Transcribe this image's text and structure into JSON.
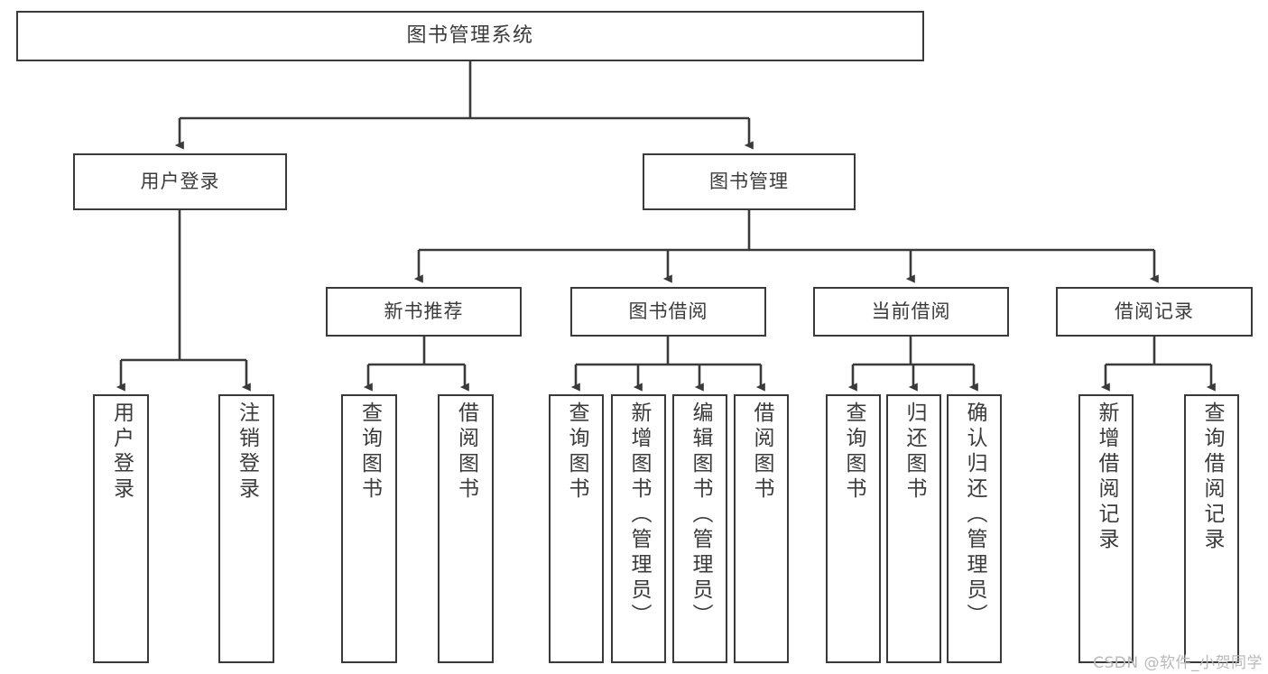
{
  "diagram": {
    "type": "tree-hierarchy",
    "title": "图书管理系统",
    "watermark": "CSDN @软件_小贺同学",
    "colors": {
      "stroke": "#3a3a3a",
      "text": "#3b3b3b",
      "background": "#ffffff",
      "watermark": "#b9b9b9"
    },
    "root": {
      "label": "图书管理系统"
    },
    "level1": [
      {
        "id": "user-login",
        "label": "用户登录"
      },
      {
        "id": "book-manage",
        "label": "图书管理"
      }
    ],
    "level2": [
      {
        "id": "new-book-rec",
        "label": "新书推荐",
        "parent": "book-manage"
      },
      {
        "id": "book-borrow",
        "label": "图书借阅",
        "parent": "book-manage"
      },
      {
        "id": "current-borrow",
        "label": "当前借阅",
        "parent": "book-manage"
      },
      {
        "id": "borrow-record",
        "label": "借阅记录",
        "parent": "book-manage"
      }
    ],
    "leaves": {
      "user-login": [
        {
          "id": "leaf-user-login",
          "label": "用户登录"
        },
        {
          "id": "leaf-user-logout",
          "label": "注销登录"
        }
      ],
      "new-book-rec": [
        {
          "id": "leaf-query-book-1",
          "label": "查询图书"
        },
        {
          "id": "leaf-borrow-book-1",
          "label": "借阅图书"
        }
      ],
      "book-borrow": [
        {
          "id": "leaf-query-book-2",
          "label": "查询图书"
        },
        {
          "id": "leaf-add-book",
          "label": "新增图书（管理员）"
        },
        {
          "id": "leaf-edit-book",
          "label": "编辑图书（管理员）"
        },
        {
          "id": "leaf-borrow-book-2",
          "label": "借阅图书"
        }
      ],
      "current-borrow": [
        {
          "id": "leaf-query-book-3",
          "label": "查询图书"
        },
        {
          "id": "leaf-return-book",
          "label": "归还图书"
        },
        {
          "id": "leaf-confirm-return",
          "label": "确认归还（管理员）"
        }
      ],
      "borrow-record": [
        {
          "id": "leaf-add-record",
          "label": "新增借阅记录"
        },
        {
          "id": "leaf-query-record",
          "label": "查询借阅记录"
        }
      ]
    }
  }
}
